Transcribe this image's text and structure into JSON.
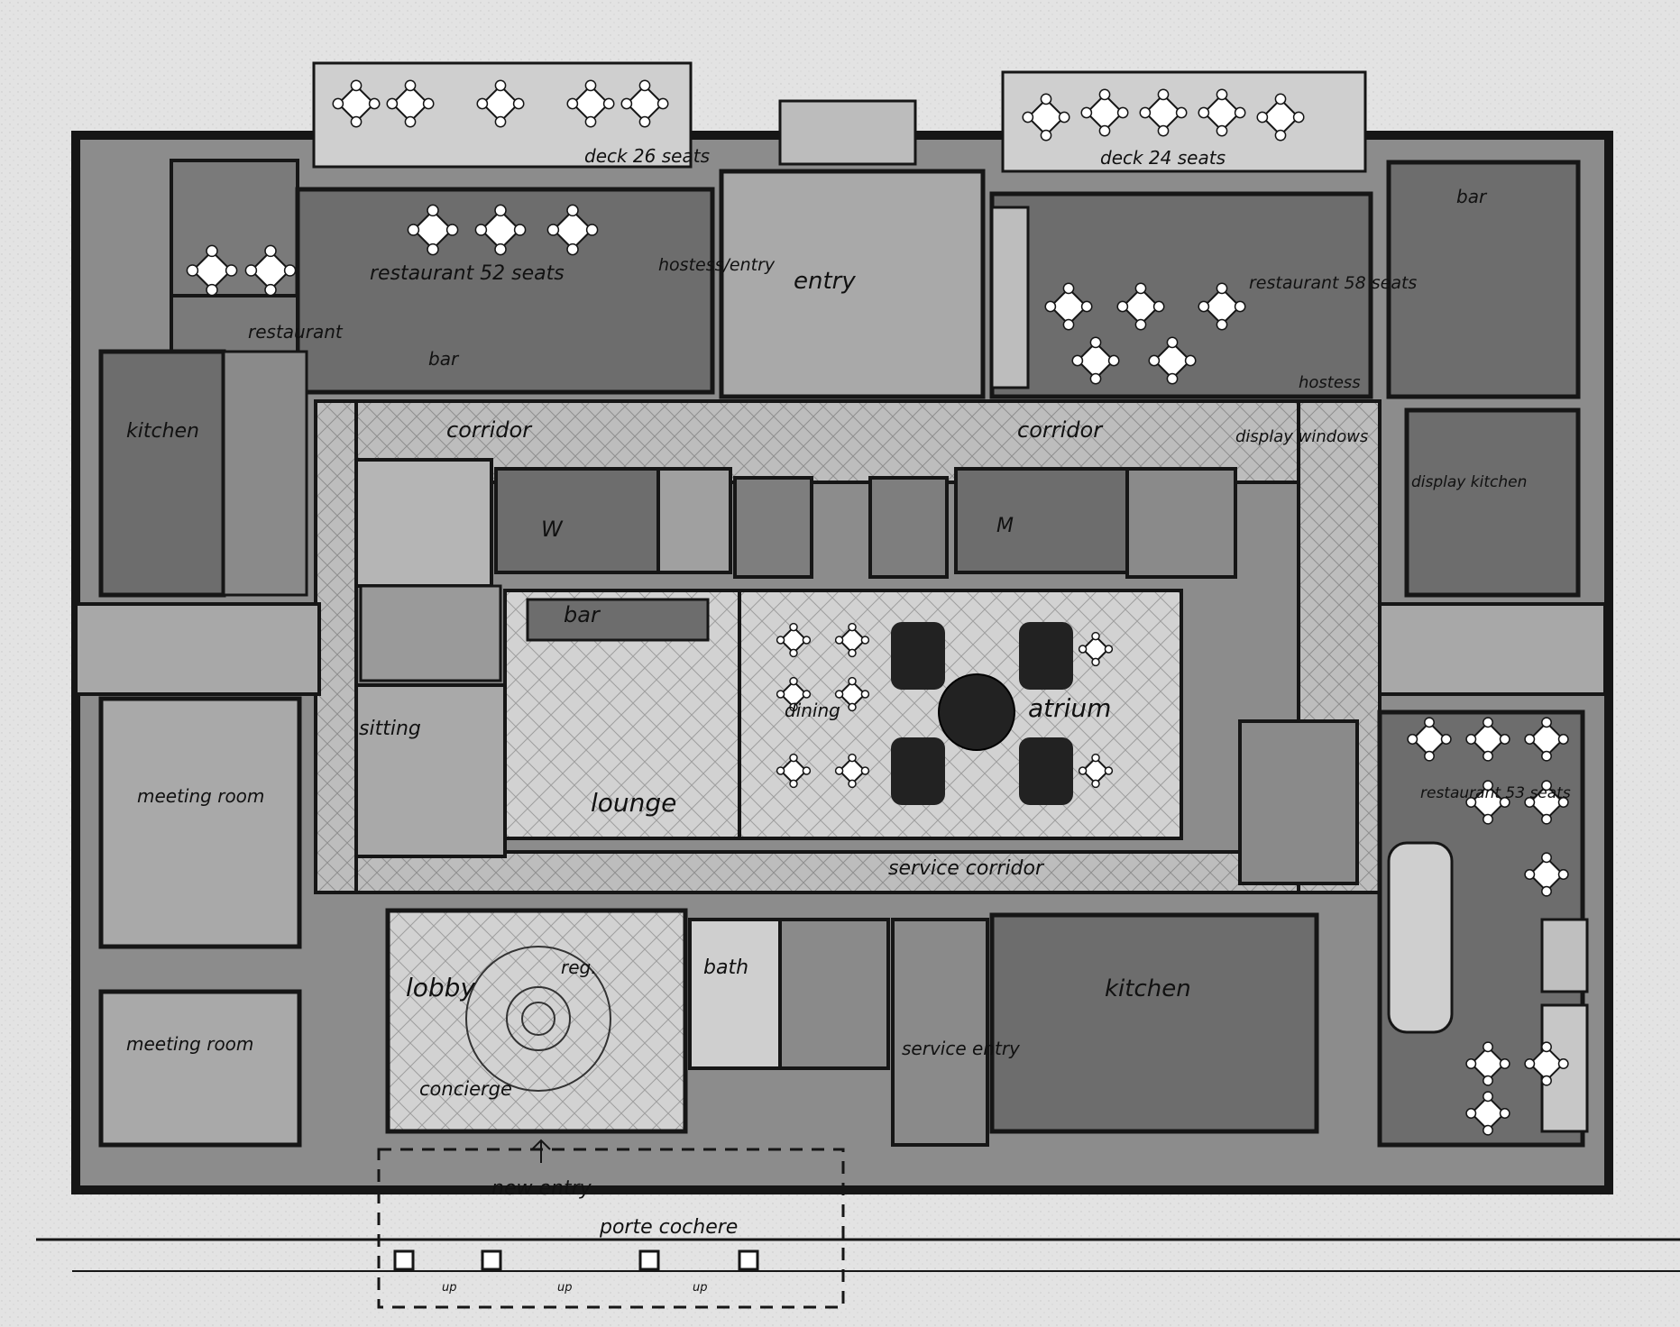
{
  "plan": {
    "colors": {
      "paper": "#f4f4f4",
      "wall": "#161616",
      "dark_room": "#6d6d6d",
      "mid_room": "#8a8a8a",
      "light_room": "#a9a9a9",
      "corridor": "#b8b8b8",
      "atrium_floor": "#d4d4d4",
      "deck": "#cfcfcf",
      "planter": "#222222"
    },
    "labels": {
      "deck_left": "deck 26 seats",
      "deck_right": "deck 24 seats",
      "restaurant_52": "restaurant 52 seats",
      "restaurant_left": "restaurant",
      "bar_left": "bar",
      "hostess_entry": "hostess/entry",
      "entry": "entry",
      "restaurant_58": "restaurant 58 seats",
      "bar_right": "bar",
      "hostess": "hostess",
      "kitchen_left": "kitchen",
      "corridor_left": "corridor",
      "corridor_right": "corridor",
      "display_windows": "display windows",
      "display_kitchen": "display kitchen",
      "wc_w": "W",
      "wc_m": "M",
      "bar_center": "bar",
      "sitting": "sitting",
      "lounge": "lounge",
      "dining": "dining",
      "atrium": "atrium",
      "meeting_room_upper": "meeting room",
      "meeting_room_lower": "meeting room",
      "restaurant_53": "restaurant 53 seats",
      "service_corridor": "service corridor",
      "lobby": "lobby",
      "reg": "reg.",
      "concierge": "concierge",
      "bath": "bath",
      "kitchen_main": "kitchen",
      "service_entry": "service entry",
      "new_entry": "new entry",
      "porte_cochere": "porte cochere",
      "up_1": "up",
      "up_2": "up",
      "up_3": "up"
    }
  }
}
